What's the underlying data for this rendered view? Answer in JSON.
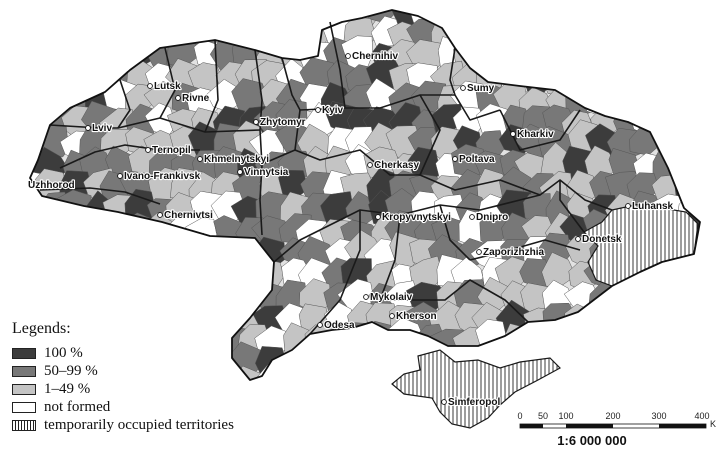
{
  "colors": {
    "c100": "#3c3c3c",
    "c50_99": "#787878",
    "c1_49": "#c4c4c4",
    "not_formed": "#ffffff",
    "border": "#1a1a1a"
  },
  "legend": {
    "title": "Legends:",
    "items": [
      {
        "label": "100 %",
        "pattern": "c100"
      },
      {
        "label": "50–99 %",
        "pattern": "c50_99"
      },
      {
        "label": "1–49 %",
        "pattern": "c1_49"
      },
      {
        "label": "not formed",
        "pattern": "not_formed"
      },
      {
        "label": "temporarily occupied territories",
        "pattern": "hatch"
      }
    ]
  },
  "cities": [
    {
      "name": "Lutsk"
    },
    {
      "name": "Rivne"
    },
    {
      "name": "Lviv"
    },
    {
      "name": "Ternopil"
    },
    {
      "name": "Khmelnytskyi"
    },
    {
      "name": "Uzhhorod"
    },
    {
      "name": "Ivano-Frankivsk"
    },
    {
      "name": "Chernivtsi"
    },
    {
      "name": "Zhytomyr"
    },
    {
      "name": "Vinnytsia"
    },
    {
      "name": "Kyiv"
    },
    {
      "name": "Chernihiv"
    },
    {
      "name": "Sumy"
    },
    {
      "name": "Kharkiv"
    },
    {
      "name": "Poltava"
    },
    {
      "name": "Cherkasy"
    },
    {
      "name": "Kropyvnytskyi"
    },
    {
      "name": "Dnipro"
    },
    {
      "name": "Zaporizhzhia"
    },
    {
      "name": "Donetsk"
    },
    {
      "name": "Luhansk"
    },
    {
      "name": "Mykolaiv"
    },
    {
      "name": "Odesa"
    },
    {
      "name": "Kherson"
    },
    {
      "name": "Simferopol"
    }
  ],
  "scale": {
    "ticks": [
      "0",
      "50",
      "100",
      "200",
      "300",
      "400"
    ],
    "unit": "K",
    "ratio": "1:6 000 000"
  }
}
